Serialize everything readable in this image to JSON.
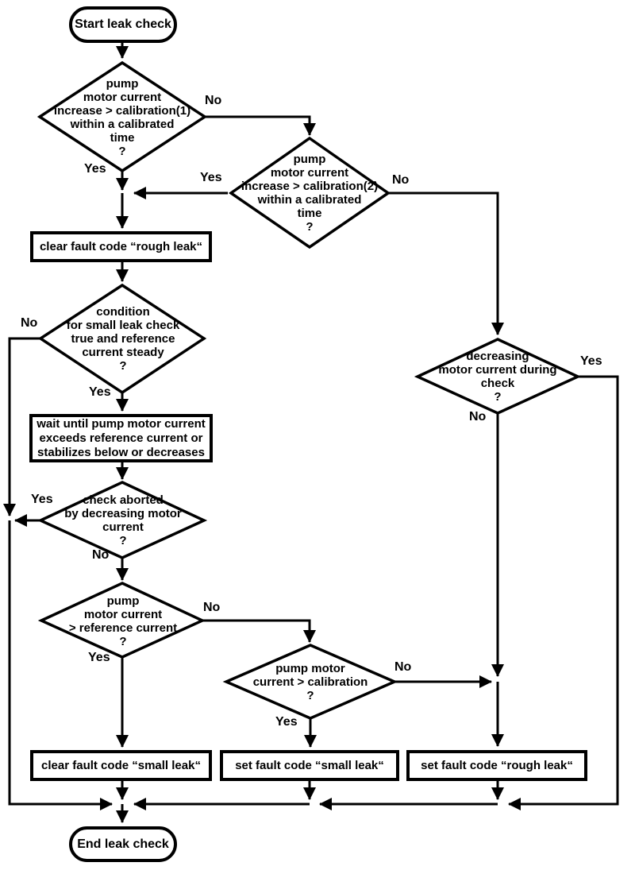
{
  "labels": {
    "yes": "Yes",
    "no": "No"
  },
  "colors": {
    "line": "#000000",
    "background": "#ffffff",
    "text": "#000000"
  },
  "nodes": {
    "start": "Start leak check",
    "dec_rough_1": "pump\nmotor current\nincrease > calibration(1)\nwithin a calibrated\ntime\n?",
    "dec_rough_2": "pump\nmotor current\nincrease > calibration(2)\nwithin a calibrated\ntime\n?",
    "proc_clear_rough": "clear fault code “rough leak“",
    "dec_condition": "condition\nfor small leak check\ntrue and reference\ncurrent steady\n?",
    "proc_wait": "wait until pump motor current\nexceeds reference current or\nstabilizes below or decreases",
    "dec_aborted": "check aborted\nby decreasing motor\ncurrent\n?",
    "dec_ref": "pump\nmotor current\n> reference current\n?",
    "dec_calib": "pump motor\ncurrent > calibration\n?",
    "dec_decreasing": "decreasing\nmotor current during\ncheck\n?",
    "proc_clear_small": "clear fault code “small leak“",
    "proc_set_small": "set fault code “small leak“",
    "proc_set_rough": "set fault code “rough leak“",
    "end": "End leak check"
  },
  "edges": [
    {
      "from": "start",
      "to": "dec_rough_1",
      "label": ""
    },
    {
      "from": "dec_rough_1",
      "to": "dec_rough_2",
      "label": "No"
    },
    {
      "from": "dec_rough_1",
      "to": "proc_clear_rough",
      "label": "Yes"
    },
    {
      "from": "dec_rough_2",
      "to": "proc_clear_rough",
      "label": "Yes"
    },
    {
      "from": "dec_rough_2",
      "to": "dec_decreasing",
      "label": "No"
    },
    {
      "from": "proc_clear_rough",
      "to": "dec_condition",
      "label": ""
    },
    {
      "from": "dec_condition",
      "to": "proc_wait",
      "label": "Yes"
    },
    {
      "from": "dec_condition",
      "to": "end",
      "label": "No"
    },
    {
      "from": "proc_wait",
      "to": "dec_aborted",
      "label": ""
    },
    {
      "from": "dec_aborted",
      "to": "end",
      "label": "Yes"
    },
    {
      "from": "dec_aborted",
      "to": "dec_ref",
      "label": "No"
    },
    {
      "from": "dec_ref",
      "to": "proc_clear_small",
      "label": "Yes"
    },
    {
      "from": "dec_ref",
      "to": "dec_calib",
      "label": "No"
    },
    {
      "from": "dec_calib",
      "to": "proc_set_small",
      "label": "Yes"
    },
    {
      "from": "dec_calib",
      "to": "proc_set_rough",
      "label": "No"
    },
    {
      "from": "dec_decreasing",
      "to": "proc_set_rough",
      "label": "No"
    },
    {
      "from": "dec_decreasing",
      "to": "end",
      "label": "Yes"
    },
    {
      "from": "proc_clear_small",
      "to": "end",
      "label": ""
    },
    {
      "from": "proc_set_small",
      "to": "end",
      "label": ""
    },
    {
      "from": "proc_set_rough",
      "to": "end",
      "label": ""
    }
  ]
}
